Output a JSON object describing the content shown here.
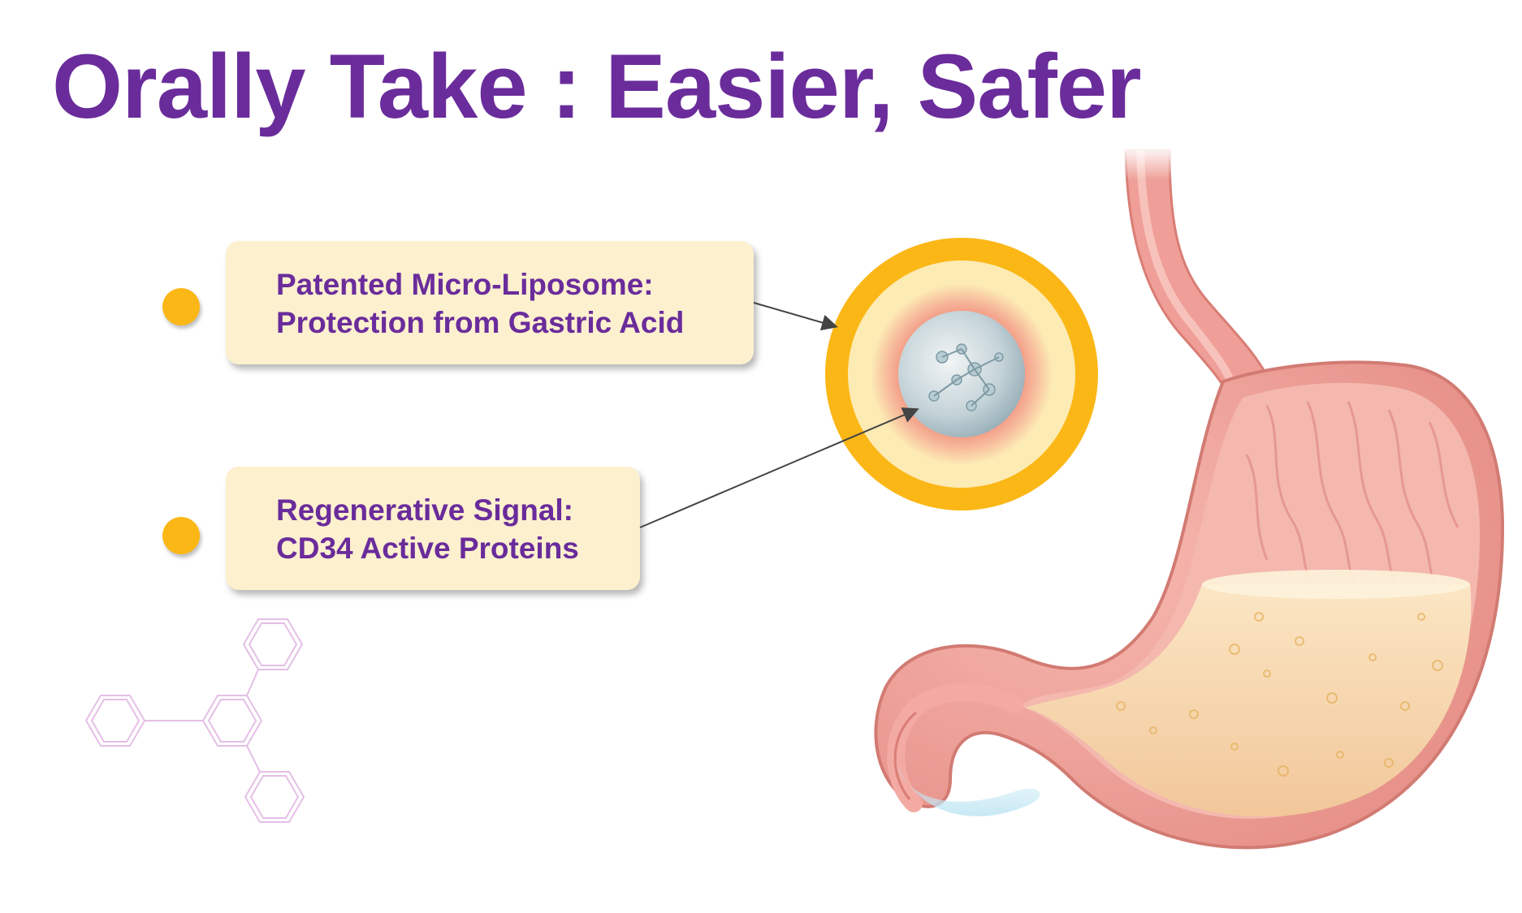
{
  "slide": {
    "title": "Orally Take : Easier, Safer"
  },
  "callouts": [
    {
      "line1": "Patented Micro-Liposome:",
      "line2": "Protection from Gastric Acid"
    },
    {
      "line1": "Regenerative Signal:",
      "line2": "CD34 Active Proteins"
    }
  ],
  "colors": {
    "title": "#6a2c9b",
    "bullet": "#fbb716",
    "callout_bg": "#fdf0cf",
    "liposome_outer": "#fbb716",
    "liposome_inner": "#fdebb4",
    "stomach_wall": "#ec9a93",
    "gastric_fluid": "#f6d4a9"
  },
  "icons": [
    "bullet-dot-icon",
    "liposome-icon",
    "stomach-illustration",
    "molecule-icon"
  ]
}
